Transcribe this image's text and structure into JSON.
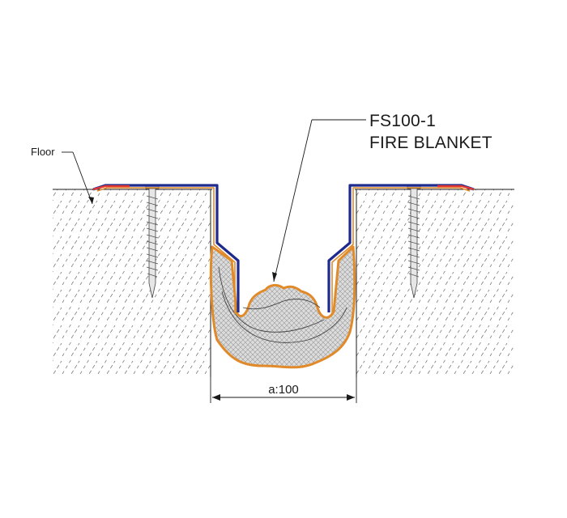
{
  "labels": {
    "floor": "Floor",
    "product_code": "FS100-1",
    "product_name": "FIRE BLANKET",
    "dimension": "a:100"
  },
  "colors": {
    "cover_plate": "#1e2a8c",
    "gasket": "#e53935",
    "fire_blanket_edge": "#e08a2a",
    "fill": "#d9d9d9",
    "hatch": "#6e6e6e",
    "line": "#1a1a1a"
  },
  "icons": {
    "fastener": "screw-icon"
  }
}
